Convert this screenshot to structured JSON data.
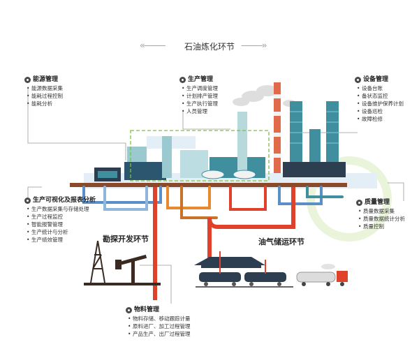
{
  "title": "石油炼化环节",
  "stages": {
    "upstream": "勘探开发环节",
    "storage": "油气储运环节"
  },
  "modules": {
    "energy": {
      "title": "能源管理",
      "items": [
        "能源数据采集",
        "能耗过程控制",
        "能耗分析"
      ]
    },
    "production": {
      "title": "生产管理",
      "items": [
        "生产调度管理",
        "计划排产管理",
        "生产执行管理",
        "人员管理"
      ]
    },
    "equipment": {
      "title": "设备管理",
      "items": [
        "设备台账",
        "备状态监控",
        "设备维护保养计划",
        "设备巡检",
        "故障检修"
      ]
    },
    "visualization": {
      "title": "生产可视化及报表分析",
      "items": [
        "生产数据采集与存储处理",
        "生产过程监控",
        "智能报警管理",
        "生产统计与分析",
        "生产绩效管理"
      ]
    },
    "quality": {
      "title": "质量管理",
      "items": [
        "质量数据采集",
        "质量数据统计分析",
        "质量控制"
      ]
    },
    "materials": {
      "title": "物料管理",
      "items": [
        "物料存储、移动跟踪计量",
        "原料进厂、加工过程管理",
        "产品生产、出厂过程管理"
      ]
    }
  },
  "colors": {
    "teal": "#3f8f9e",
    "red": "#e0412b",
    "orange": "#e8892f",
    "blue": "#5b8fc7",
    "ground": "#8a4a2a",
    "green_dash": "#7ac142"
  }
}
